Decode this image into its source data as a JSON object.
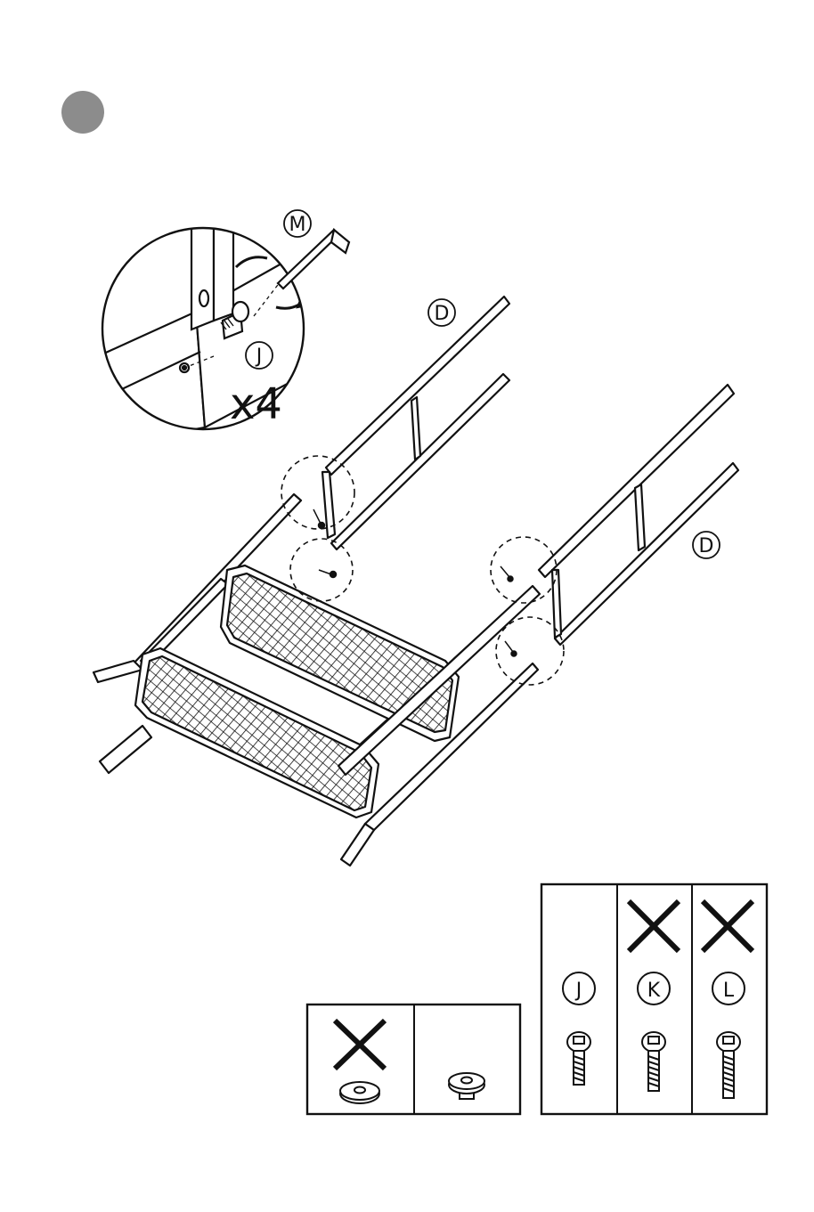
{
  "step": {
    "number": ""
  },
  "detail": {
    "tool_label": "M",
    "bolt_label": "J",
    "quantity": "x4"
  },
  "parts": {
    "rail_left_label": "D",
    "rail_right_label": "D"
  },
  "hardware_bolts": {
    "items": [
      {
        "label": "J",
        "use": true
      },
      {
        "label": "K",
        "use": false
      },
      {
        "label": "L",
        "use": false
      }
    ]
  },
  "hardware_washers": {
    "items": [
      {
        "kind": "flat-washer",
        "use": false
      },
      {
        "kind": "sleeve-nut",
        "use": true
      }
    ]
  },
  "colors": {
    "ink": "#111111",
    "step_badge": "#8c8c8c",
    "paper": "#ffffff"
  }
}
